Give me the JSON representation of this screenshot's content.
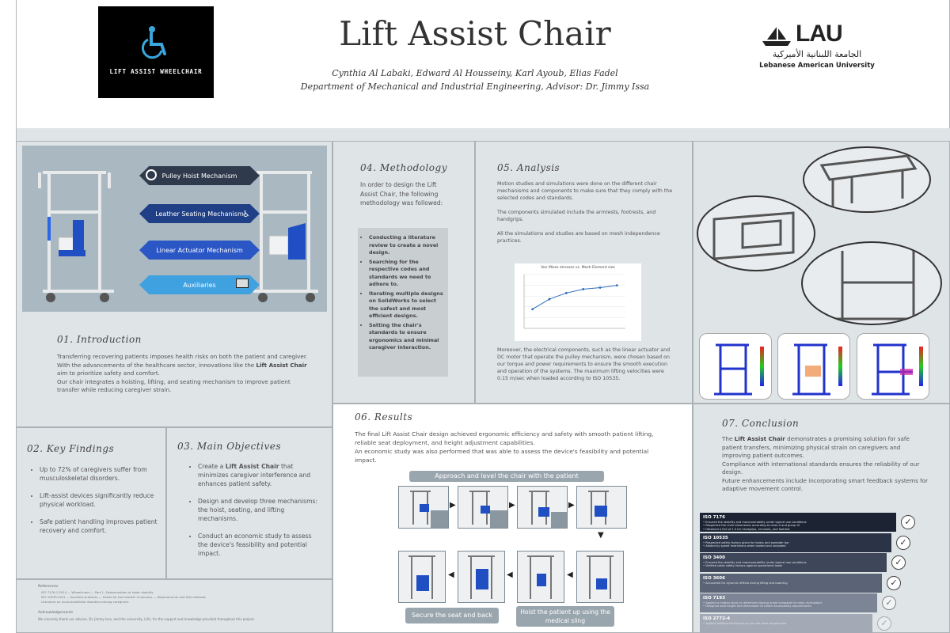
{
  "header": {
    "logo_text": "LIFT ASSIST WHEELCHAIR",
    "title": "Lift Assist Chair",
    "authors": "Cynthia Al Labaki, Edward Al Housseiny, Karl Ayoub, Elias Fadel",
    "department": "Department of Mechanical and Industrial Engineering, Advisor: Dr. Jimmy Issa",
    "university_abbr": "LAU",
    "university_arabic": "الجامعة اللبنانية الأميركية",
    "university_name": "Lebanese American University"
  },
  "mechanisms": [
    {
      "label": "Pulley Hoist Mechanism",
      "color": "#2f3b4c"
    },
    {
      "label": "Leather Seating Mechanism",
      "color": "#1f3f86"
    },
    {
      "label": "Linear Actuator Mechanism",
      "color": "#2a56c6"
    },
    {
      "label": "Auxiliaries",
      "color": "#3fa1e0"
    }
  ],
  "introduction": {
    "heading": "01. Introduction",
    "p1": "Transferring recovering patients imposes health risks on both the patient and caregiver. With the advancements of the healthcare sector, innovations like the",
    "p1_bold": "Lift Assist Chair",
    "p1_end": "aim to prioritize safety and comfort.",
    "p2": "Our chair integrates a hoisting, lifting, and seating mechanism to improve patient transfer while reducing caregiver strain."
  },
  "key_findings": {
    "heading": "02. Key Findings",
    "items": [
      "Up to 72% of caregivers suffer from musculoskeletal disorders.",
      "Lift-assist devices significantly reduce physical workload.",
      "Safe patient handling improves patient recovery and comfort."
    ]
  },
  "objectives": {
    "heading": "03. Main Objectives",
    "o1_a": "Create a",
    "o1_bold": "Lift Assist Chair",
    "o1_b": "that minimizes caregiver interference and enhances patient safety.",
    "o2": "Design and develop three mechanisms: the hoist, seating, and lifting mechanisms.",
    "o3": "Conduct an economic study to assess the device's feasibility and potential impact."
  },
  "methodology": {
    "heading": "04. Methodology",
    "intro": "In order to design the Lift Assist Chair, the following methodology was followed:",
    "items": [
      "Conducting a literature review to create a novel design.",
      "Searching for the respective codes and standards we need to adhere to.",
      "Iterating multiple designs on SolidWorks to select the safest and most efficient designs.",
      "Setting the chair's standards to ensure ergonomics and minimal caregiver interaction."
    ]
  },
  "analysis": {
    "heading": "05. Analysis",
    "p1": "Motion studies and simulations were done on the different chair mechanisms and components to make sure that they comply with the selected codes and standards.",
    "p2": "The components simulated include the armrests, footrests, and handgrips.",
    "p3": "All the simulations and studies are based on mesh independence practices.",
    "chart_title": "Von Mises stresses vs. Mesh Element size",
    "p4": "Moreover, the electrical components, such as the linear actuator and DC motor that operate the pulley mechanism, were chosen based on our torque and power requirements to ensure the smooth execution and operation of the systems. The maximum lifting velocities were 0.15 m/sec when loaded according to ISO 10535."
  },
  "chart_data": {
    "type": "line",
    "title": "Von Mises stresses vs. Mesh Element size",
    "x": [
      1,
      3,
      5,
      7,
      9,
      11
    ],
    "y": [
      3.05,
      3.18,
      3.26,
      3.31,
      3.33,
      3.36
    ],
    "xlim": [
      0,
      12
    ],
    "ylim": [
      2.8,
      3.5
    ]
  },
  "results": {
    "heading": "06. Results",
    "p1": "The final Lift Assist Chair design achieved ergonomic efficiency and safety with smooth patient lifting, reliable seat deployment, and height adjustment capabilities.",
    "p2": "An economic study was also performed that was able to assess the device's feasibility and potential impact.",
    "top_label": "Approach and level the chair with the patient",
    "bottom_left": "Secure the seat and back",
    "bottom_right": "Hoist the patient up using the medical sling"
  },
  "conclusion": {
    "heading": "07. Conclusion",
    "p1_a": "The",
    "p1_bold": "Lift Assist Chair",
    "p1_b": "demonstrates a promising solution for safe patient transfers, minimizing physical strain on caregivers and improving patient outcomes.",
    "p2": "Compliance with international standards ensures the reliability of our design.",
    "p3": "Future enhancements include incorporating smart feedback systems for adaptive movement control."
  },
  "standards": [
    {
      "code": "ISO 7176",
      "lines": [
        "Ensured the stability and maneuverability under typical use conditions",
        "Respected the chair dimensions according to class A and group III",
        "Obtained a FoS of 1.5 for handgrips, armrests, and footrest"
      ],
      "color": "#1c2434"
    },
    {
      "code": "ISO 10535",
      "lines": [
        "Respected safety factors given for hoists and spreader bar",
        "Abided by speed restrictions when loaded and unloaded"
      ],
      "color": "#2b3446"
    },
    {
      "code": "ISO 3400",
      "lines": [
        "Ensured the stability and maneuverability under typical use conditions",
        "Verified cable safety factors against operational loads"
      ],
      "color": "#3e4759"
    },
    {
      "code": "ISO 3606",
      "lines": [
        "Accounted for dynamic effects during lifting and lowering"
      ],
      "color": "#5a6476"
    },
    {
      "code": "ISO 7193",
      "lines": [
        "Applied a motion study to determine tipping angle compared to ramp inclinations",
        "Designed seat height and dimensions to match accessibility requirements"
      ],
      "color": "#7c8596"
    },
    {
      "code": "ISO 2772-4",
      "lines": [
        "Applied welding techniques to join the steel components"
      ],
      "color": "#a3aab6"
    }
  ],
  "references": {
    "heading": "References",
    "lines": [
      "ISO 7176-1:2014 — Wheelchairs — Part 1: Determination of static stability",
      "ISO 10535:2021 — Assistive products — Hoists for the transfer of persons — Requirements and test methods",
      "Literature on musculoskeletal disorders among caregivers"
    ],
    "ack_heading": "Acknowledgements",
    "ack": "We sincerely thank our advisor, Dr. Jimmy Issa, and the university, LAU, for the support and knowledge provided throughout this project."
  }
}
